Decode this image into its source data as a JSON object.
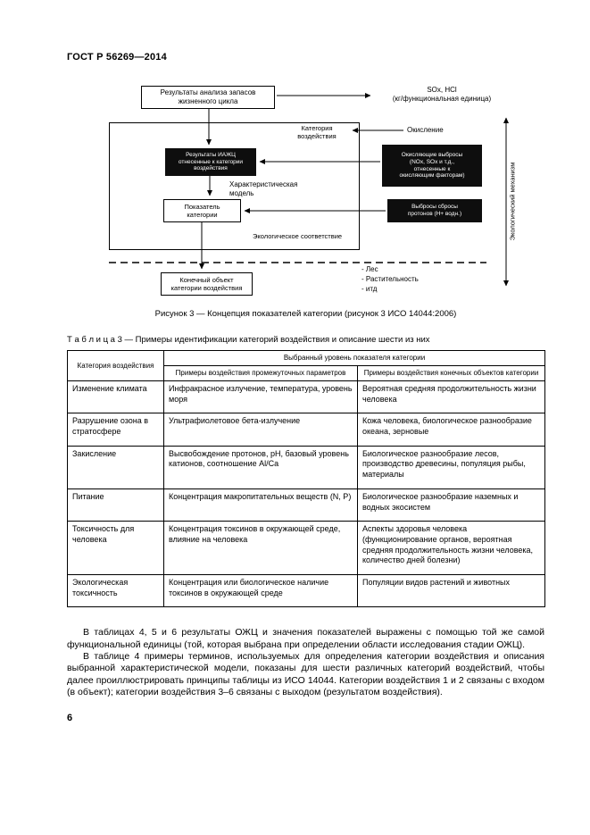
{
  "page": {
    "doc_number": "ГОСТ Р 56269—2014",
    "page_number": "6"
  },
  "figure": {
    "box_lci": "Результаты анализа запасов\nжизненного цикла",
    "label_sox": "SOx, HCl\n(кг/функциональная единица)",
    "label_impact_category": "Категория\nвоздействия",
    "label_oxidation": "Окисление",
    "box_lcia": "Результаты ИАЖЦ\nотнесенные к категории\nвоздействия",
    "box_oxidizing": "Окисляющие выбросы\n(NOx, SOx и т.д.,\nотнесенные к\nокисляющим факторам)",
    "label_char_model": "Характеристическая\nмодель",
    "box_indicator": "Показатель\nкатегории",
    "box_protons": "Выбросы сбросы\nпротонов (H+ водн.)",
    "label_eco_fit": "Экологическое соответствие",
    "label_eco_mechanism": "Экологический механизм",
    "box_endpoint": "Конечный объект\nкатегории воздействия",
    "endpoint_items": [
      "- Лес",
      "- Растительность",
      "- итд"
    ],
    "caption": "Рисунок 3 — Концепция показателей категории (рисунок 3 ИСО 14044:2006)"
  },
  "table": {
    "title": "Т а б л и ц а  3 — Примеры идентификации категорий воздействия и описание шести из них",
    "col_category": "Категория воздействия",
    "col_selected_level": "Выбранный уровень показателя категории",
    "col_midpoint": "Примеры воздействия промежуточных параметров",
    "col_endpoint": "Примеры воздействия конечных объектов категории",
    "rows": [
      {
        "category": "Изменение климата",
        "midpoint": "Инфракрасное излучение, температура, уровень моря",
        "endpoint": "Вероятная средняя продолжительность жизни человека"
      },
      {
        "category": "Разрушение озона в стратосфере",
        "midpoint": "Ультрафиолетовое бета-излучение",
        "endpoint": "Кожа человека, биологическое разнообразие океана, зерновые"
      },
      {
        "category": "Закисление",
        "midpoint": "Высвобождение протонов, pH, базовый уровень катионов, соотношение Al/Ca",
        "endpoint": "Биологическое разнообразие лесов, производство древесины, популяция рыбы, материалы"
      },
      {
        "category": "Питание",
        "midpoint": "Концентрация макропитательных веществ (N, P)",
        "endpoint": "Биологическое разнообразие наземных и водных экосистем"
      },
      {
        "category": "Токсичность для человека",
        "midpoint": "Концентрация токсинов в окружающей среде, влияние на человека",
        "endpoint": "Аспекты здоровья человека (функционирование органов, вероятная средняя продолжительность жизни человека, количество дней болезни)"
      },
      {
        "category": "Экологическая токсичность",
        "midpoint": "Концентрация или биологическое наличие токсинов в окружающей среде",
        "endpoint": "Популяции видов растений и животных"
      }
    ]
  },
  "body": {
    "p1": "В таблицах 4, 5 и 6 результаты ОЖЦ и значения показателей выражены с помощью той же самой функциональной единицы (той, которая выбрана при определении области исследования стадии ОЖЦ).",
    "p2": "В таблице 4 примеры терминов, используемых для определения категории воздействия и описания выбранной характеристической модели, показаны для шести различных категорий воздействий, чтобы далее проиллюстрировать принципы таблицы из ИСО 14044. Категории воздействия 1 и 2 связаны с входом (в объект); категории воздействия 3–6 связаны с выходом (результатом воздействия)."
  }
}
